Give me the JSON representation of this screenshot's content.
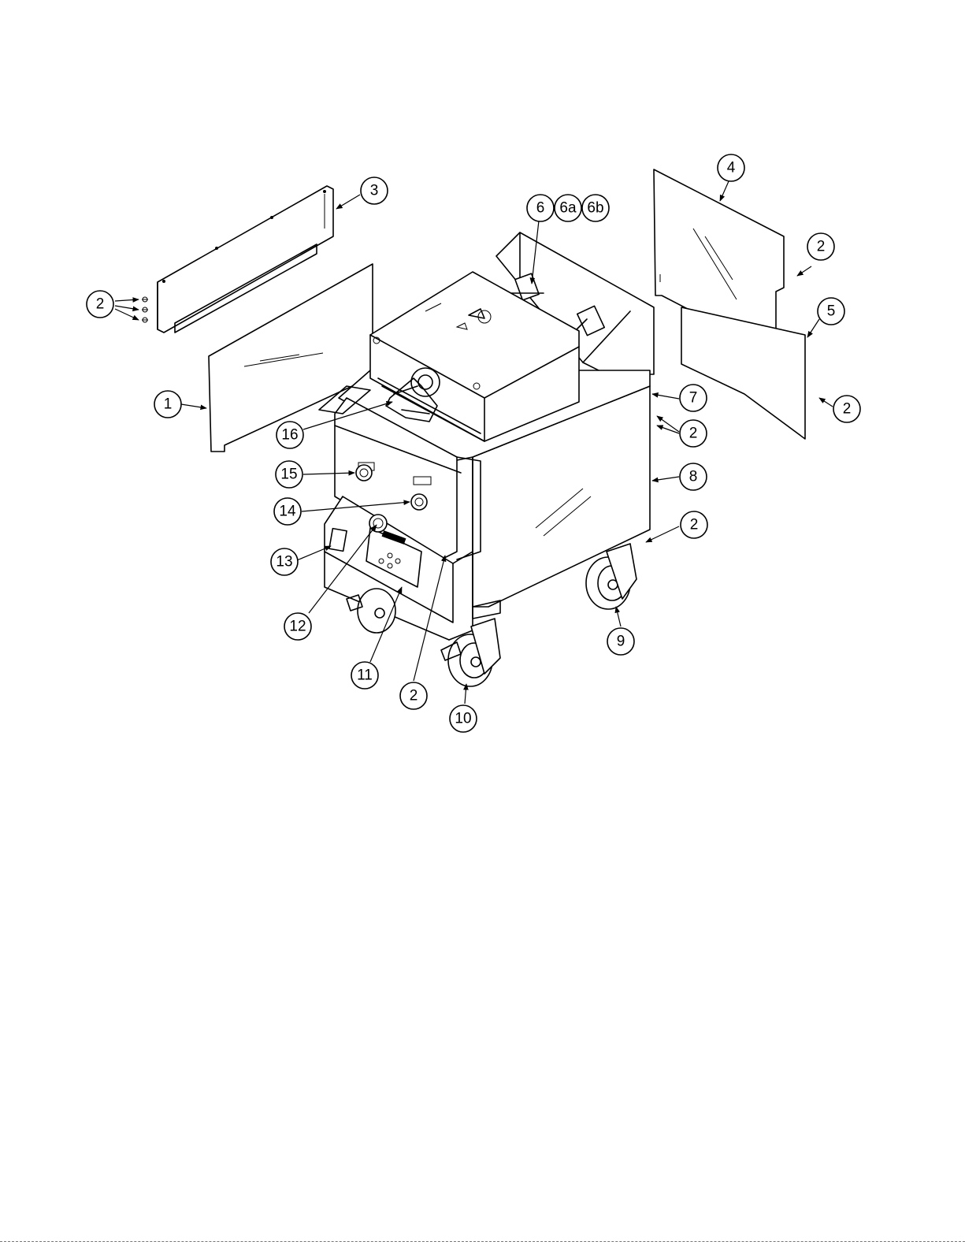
{
  "callouts": [
    {
      "id": "c1",
      "label": "1"
    },
    {
      "id": "c2a",
      "label": "2"
    },
    {
      "id": "c2b",
      "label": "2"
    },
    {
      "id": "c2c",
      "label": "2"
    },
    {
      "id": "c2d",
      "label": "2"
    },
    {
      "id": "c2e",
      "label": "2"
    },
    {
      "id": "c2f",
      "label": "2"
    },
    {
      "id": "c3",
      "label": "3"
    },
    {
      "id": "c4",
      "label": "4"
    },
    {
      "id": "c5",
      "label": "5"
    },
    {
      "id": "c6",
      "label": "6"
    },
    {
      "id": "c6a",
      "label": "6a"
    },
    {
      "id": "c6b",
      "label": "6b"
    },
    {
      "id": "c7",
      "label": "7"
    },
    {
      "id": "c8",
      "label": "8"
    },
    {
      "id": "c9",
      "label": "9"
    },
    {
      "id": "c10",
      "label": "10"
    },
    {
      "id": "c11",
      "label": "11"
    },
    {
      "id": "c12",
      "label": "12"
    },
    {
      "id": "c13",
      "label": "13"
    },
    {
      "id": "c14",
      "label": "14"
    },
    {
      "id": "c15",
      "label": "15"
    },
    {
      "id": "c16",
      "label": "16"
    }
  ]
}
